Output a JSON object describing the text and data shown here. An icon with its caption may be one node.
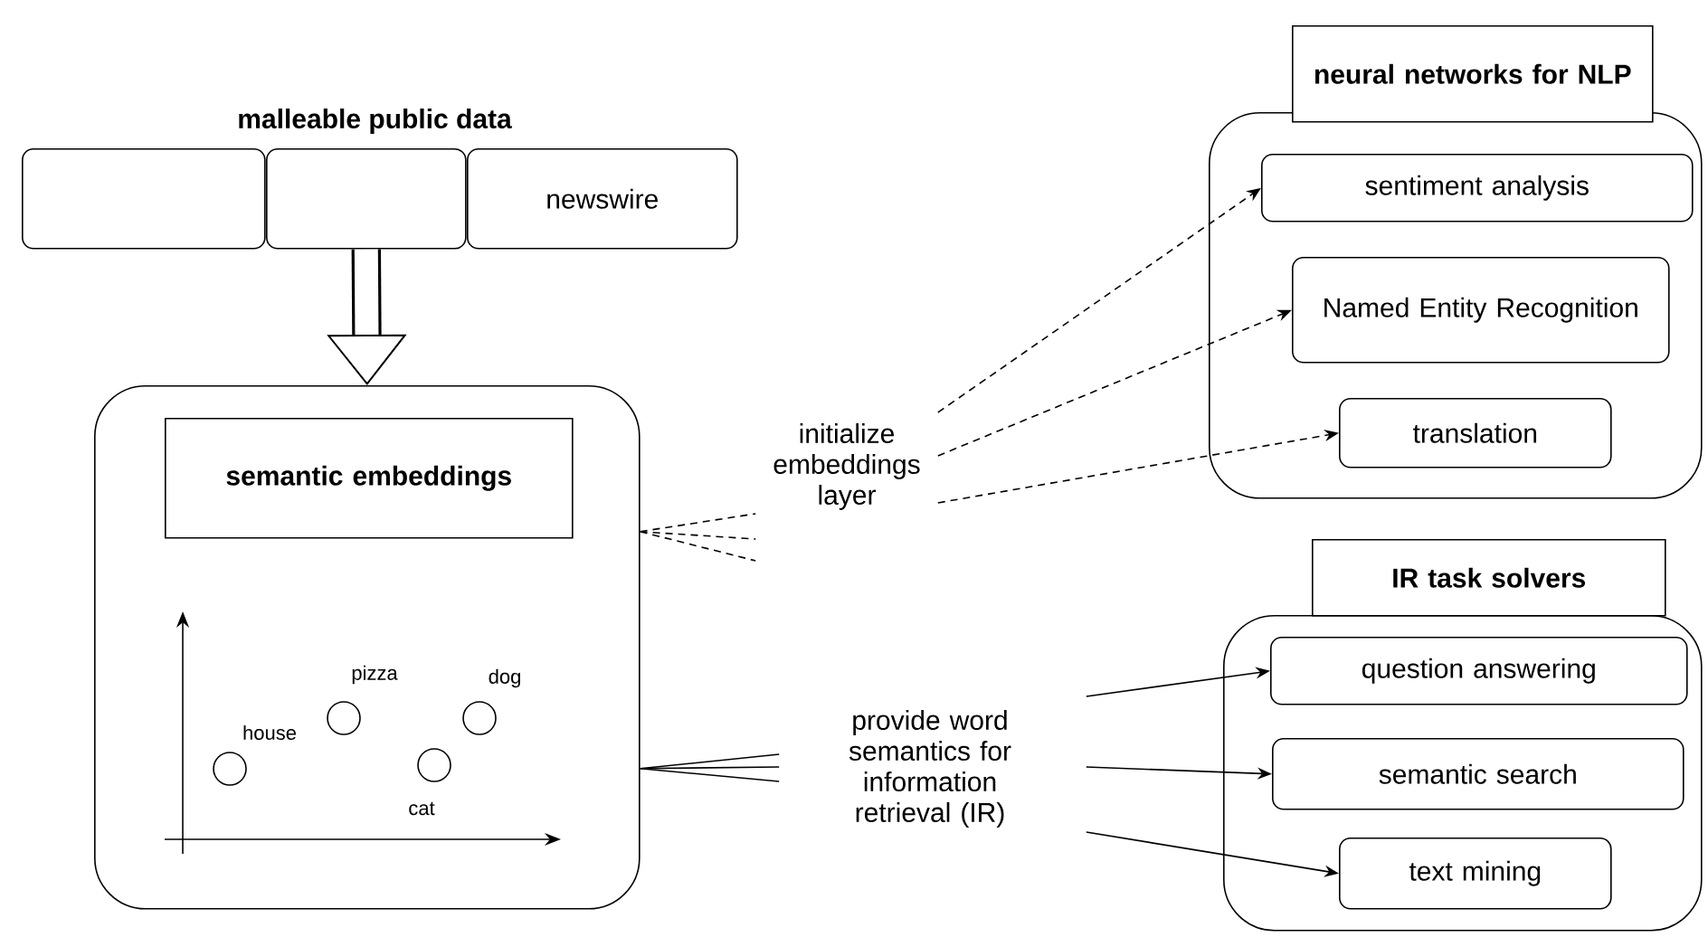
{
  "diagram": {
    "nodes": [
      {
        "text": [],
        "shape": "box"
      },
      {
        "text": [],
        "shape": "box"
      },
      {
        "text": [
          "newswire"
        ]
      },
      {
        "text": [],
        "shape": "box"
      },
      {
        "text": [
          "semantic embeddings"
        ],
        "in": 3
      },
      {
        "text": [],
        "shape": "circle",
        "beside": [
          "house"
        ],
        "in": 3
      },
      {
        "text": [],
        "shape": "circle",
        "beside": [
          "pizza"
        ],
        "in": 3
      },
      {
        "text": [],
        "shape": "circle",
        "beside": [
          "cat"
        ],
        "in": 3
      },
      {
        "text": [],
        "shape": "circle",
        "beside": [
          "dog"
        ],
        "in": 3
      },
      {
        "text": [
          "neural networks for NLP"
        ]
      },
      {
        "text": [
          "sentiment analysis"
        ],
        "in": 9
      },
      {
        "text": [
          "Named Entity Recognition"
        ],
        "in": 9
      },
      {
        "text": [
          "translation"
        ],
        "in": 9
      },
      {
        "text": [
          "IR task solvers"
        ]
      },
      {
        "text": [
          "question answering"
        ],
        "in": 13
      },
      {
        "text": [
          "semantic search"
        ],
        "in": 13
      },
      {
        "text": [
          "text mining"
        ],
        "in": 13
      },
      {
        "text": [
          "initialize embeddings layer"
        ]
      },
      {
        "text": [
          "provide word semantics for information retrieval (IR)"
        ]
      }
    ],
    "edges": [
      {
        "from": 1,
        "to": 3,
        "arrow": "to",
        "style": "thick"
      },
      {
        "from": 3,
        "to": 17,
        "arrow": "none",
        "style": "dashed"
      },
      {
        "from": 3,
        "to": 17,
        "arrow": "none",
        "style": "dashed"
      },
      {
        "from": 3,
        "to": 17,
        "arrow": "none",
        "style": "dashed"
      },
      {
        "from": 17,
        "to": 10,
        "arrow": "to",
        "style": "dashed"
      },
      {
        "from": 17,
        "to": 11,
        "arrow": "to",
        "style": "dashed"
      },
      {
        "from": 17,
        "to": 12,
        "arrow": "to",
        "style": "dashed"
      },
      {
        "from": 3,
        "to": 18,
        "arrow": "none"
      },
      {
        "from": 3,
        "to": 18,
        "arrow": "none"
      },
      {
        "from": 3,
        "to": 18,
        "arrow": "none"
      },
      {
        "from": 18,
        "to": 14,
        "arrow": "to"
      },
      {
        "from": 18,
        "to": 15,
        "arrow": "to"
      },
      {
        "from": 18,
        "to": 16,
        "arrow": "to"
      }
    ],
    "labels": [
      "malleable public data"
    ]
  }
}
